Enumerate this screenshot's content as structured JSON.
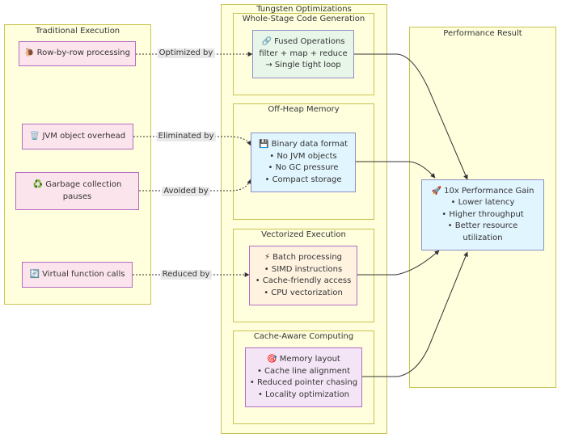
{
  "clusters": {
    "traditional": {
      "title": "Traditional Execution"
    },
    "tungsten": {
      "title": "Tungsten Optimizations"
    },
    "whole_stage": {
      "title": "Whole-Stage Code Generation"
    },
    "off_heap": {
      "title": "Off-Heap Memory"
    },
    "vectorized": {
      "title": "Vectorized Execution"
    },
    "cache_aware": {
      "title": "Cache-Aware Computing"
    },
    "performance": {
      "title": "Performance Result"
    }
  },
  "nodes": {
    "row_by_row": {
      "lines": [
        "🐌 Row-by-row processing"
      ]
    },
    "jvm_overhead": {
      "lines": [
        "🗑️ JVM object overhead"
      ]
    },
    "gc_pauses": {
      "lines": [
        "♻️ Garbage collection",
        "pauses"
      ]
    },
    "virtual_calls": {
      "lines": [
        "🔄 Virtual function calls"
      ]
    },
    "fused_ops": {
      "lines": [
        "🔗 Fused Operations",
        "filter + map + reduce",
        "→ Single tight loop"
      ]
    },
    "binary_format": {
      "lines": [
        "💾 Binary data format",
        "• No JVM objects",
        "• No GC pressure",
        "• Compact storage"
      ]
    },
    "batch_processing": {
      "lines": [
        "⚡ Batch processing",
        "• SIMD instructions",
        "• Cache-friendly access",
        "• CPU vectorization"
      ]
    },
    "memory_layout": {
      "lines": [
        "🎯 Memory layout",
        "• Cache line alignment",
        "• Reduced pointer chasing",
        "• Locality optimization"
      ]
    },
    "perf_gain": {
      "lines": [
        "🚀 10x Performance Gain",
        "• Lower latency",
        "• Higher throughput",
        "• Better resource",
        "utilization"
      ]
    }
  },
  "edges": {
    "optimized_by": "Optimized by",
    "eliminated_by": "Eliminated by",
    "avoided_by": "Avoided by",
    "reduced_by": "Reduced by"
  },
  "colors": {
    "cluster_fill": "#ffffde",
    "cluster_border": "#c9c24f",
    "edge": "#333333"
  }
}
